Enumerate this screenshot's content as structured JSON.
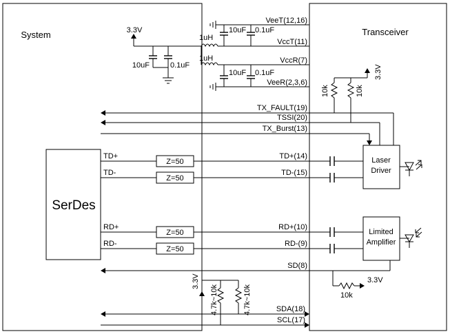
{
  "blocks": {
    "system": "System",
    "transceiver": "Transceiver",
    "serdes": "SerDes",
    "laser_driver": [
      "Laser",
      "Driver"
    ],
    "limited_amplifier": [
      "Limited",
      "Amplifier"
    ]
  },
  "power": {
    "supply_left": "3.3V",
    "supply_right_top": "3.3V",
    "supply_sd": "3.3V",
    "supply_i2c": "3.3V",
    "cap_10uf": "10uF",
    "cap_01uf": "0.1uF",
    "inductor": "1uH",
    "veet": "VeeT(12,16)",
    "vcct": "VccT(11)",
    "vccr": "VccR(7)",
    "veer": "VeeR(2,3,6)"
  },
  "signals": {
    "tx_fault": "TX_FAULT(19)",
    "tssi": "TSSI(20)",
    "tx_burst": "TX_Burst(13)",
    "td_plus_serdes": "TD+",
    "td_minus_serdes": "TD-",
    "td_plus_pin": "TD+(14)",
    "td_minus_pin": "TD-(15)",
    "rd_plus_serdes": "RD+",
    "rd_minus_serdes": "RD-",
    "rd_plus_pin": "RD+(10)",
    "rd_minus_pin": "RD-(9)",
    "sd": "SD(8)",
    "sda": "SDA(18)",
    "scl": "SCL(17)",
    "impedance": "Z=50"
  },
  "resistors": {
    "pullup_10k": "10k",
    "sd_10k": "10k",
    "i2c_pullup": "4.7k~10k"
  }
}
